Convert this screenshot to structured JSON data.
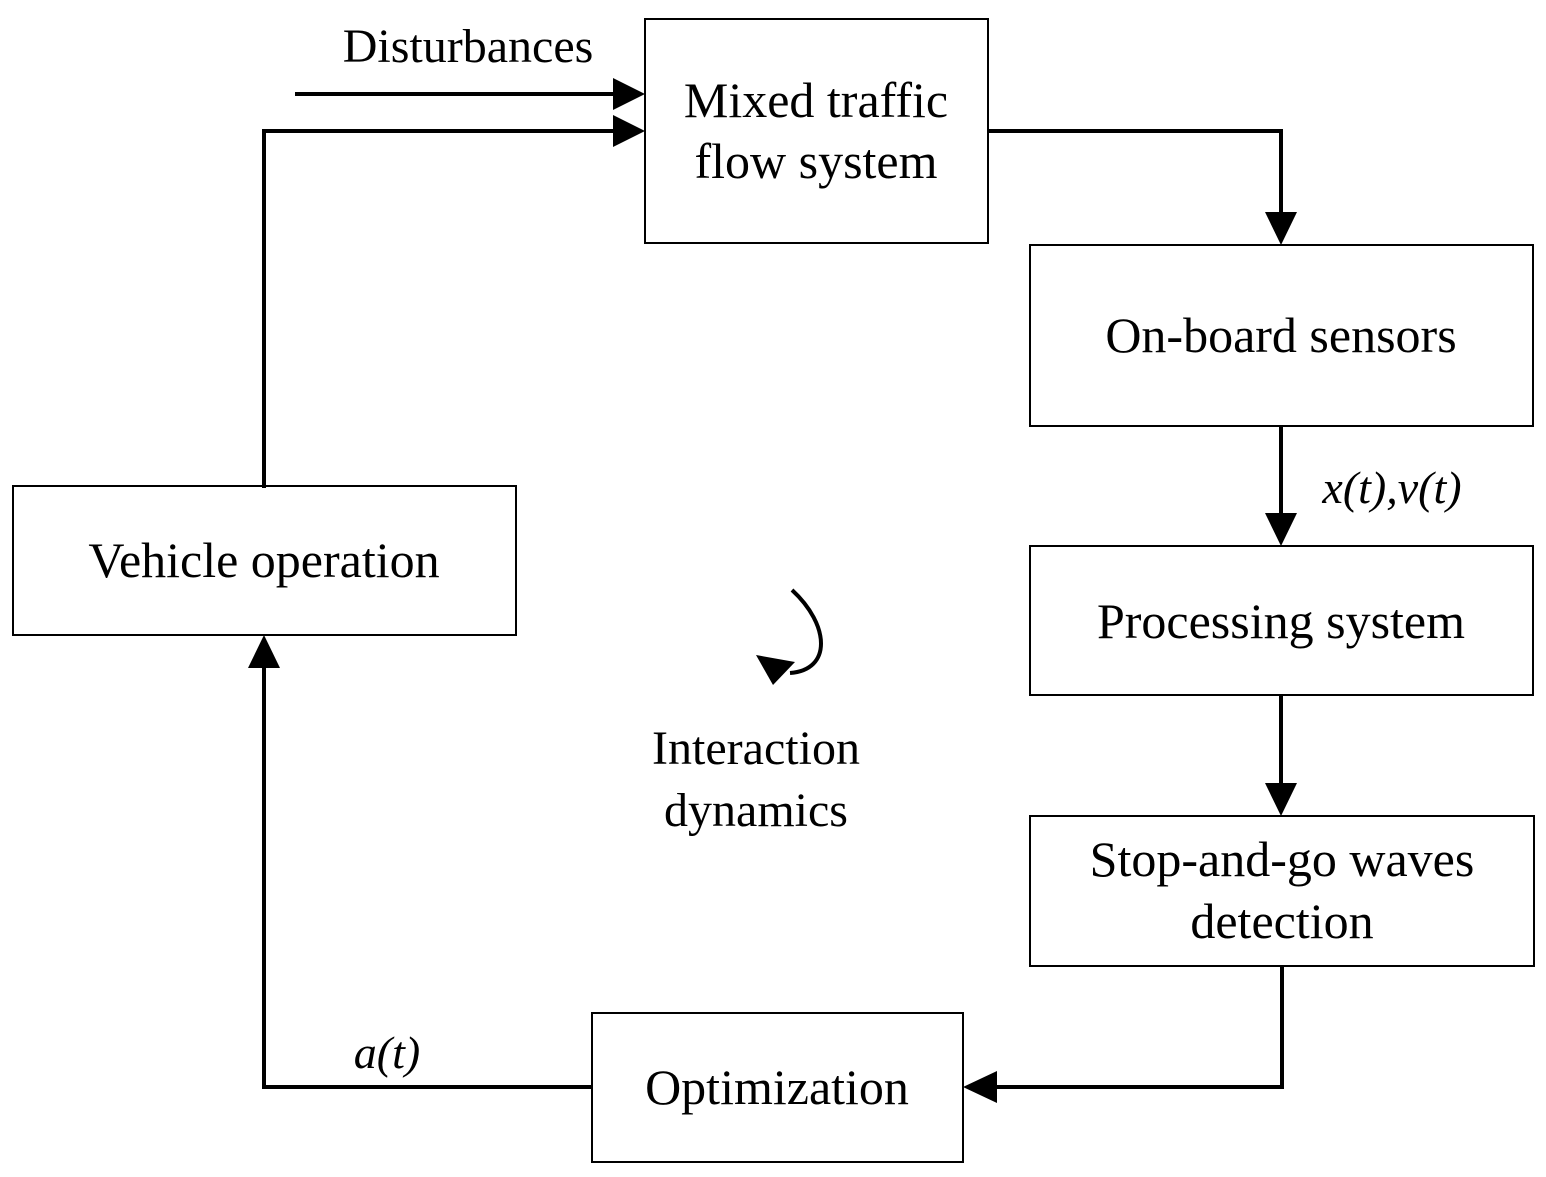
{
  "blocks": {
    "traffic_line1": "Mixed traffic",
    "traffic_line2": "flow system",
    "sensors": "On-board sensors",
    "processing": "Processing system",
    "detection_line1": "Stop-and-go waves",
    "detection_line2": "detection",
    "optimization": "Optimization",
    "vehicle": "Vehicle operation"
  },
  "labels": {
    "disturbances": "Disturbances",
    "state_signal": "x(t),v(t)",
    "accel_signal": "a(t)",
    "center_line1": "Interaction",
    "center_line2": "dynamics"
  },
  "colors": {
    "stroke": "#000000",
    "background": "#ffffff"
  }
}
